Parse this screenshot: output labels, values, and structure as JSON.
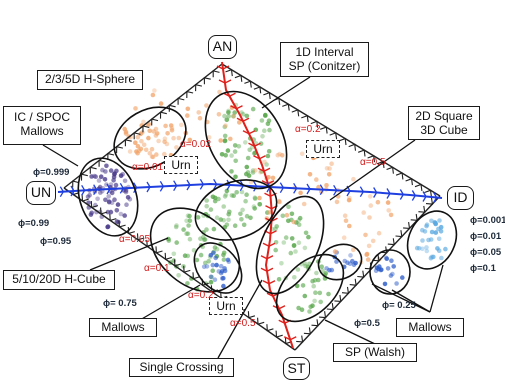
{
  "corner_labels": {
    "top": "AN",
    "left": "UN",
    "right": "ID",
    "bottom": "ST"
  },
  "callouts": {
    "hsphere": "2/3/5D H-Sphere",
    "interval": [
      "1D Interval",
      "SP (Conitzer)"
    ],
    "square": [
      "2D Square",
      "3D Cube"
    ],
    "ic_spoc": [
      "IC / SPOC",
      "Mallows"
    ],
    "hcube": "5/10/20D H-Cube",
    "mallows_left": "Mallows",
    "single_crossing": "Single Crossing",
    "sp_walsh": "SP (Walsh)",
    "mallows_right": "Mallows"
  },
  "urn_labels": [
    "Urn",
    "Urn",
    "Urn"
  ],
  "phi_left": [
    "ϕ=0.999",
    "ϕ=0.99",
    "ϕ=0.95"
  ],
  "phi_bottom_left": "ϕ= 0.75",
  "phi_right": [
    "ϕ=0.001",
    "ϕ=0.01",
    "ϕ=0.05",
    "ϕ=0.1"
  ],
  "phi_right_low": [
    "ϕ= 0.25",
    "ϕ=0.5"
  ],
  "alpha_labels": [
    "α=0.02",
    "α=0.01",
    "α=0.2",
    "α=0.5",
    "α=0.05",
    "α=0.1",
    "α=0.2",
    "α=0.5"
  ],
  "colors": {
    "frame": "#222222",
    "red_path": "#e0201b",
    "blue_path": "#1f3fe0",
    "alpha_text": "#d11a1a",
    "phi_text": "#1e2a3a",
    "green_points": "#5aa84e",
    "purple_points": "#4a3a8a",
    "blue_points": "#2a5ac8",
    "orange_points": "#f2a46a",
    "sky_points": "#5aa8e0"
  }
}
